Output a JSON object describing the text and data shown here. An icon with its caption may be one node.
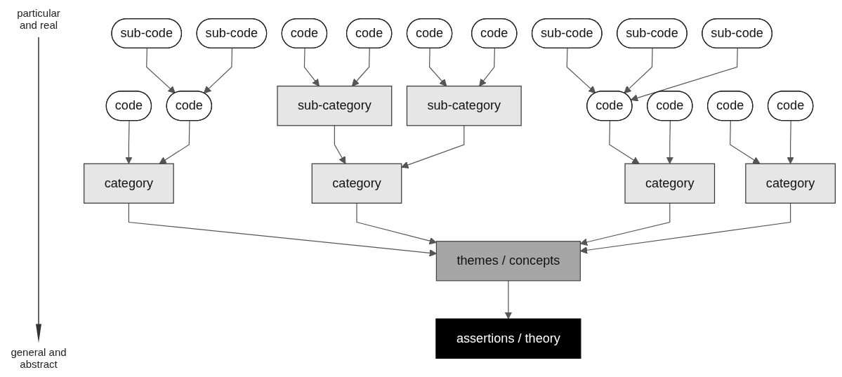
{
  "diagram": {
    "nodes": [
      {
        "text": [
          "sub-code"
        ]
      },
      {
        "text": [
          "sub-code"
        ]
      },
      {
        "text": [
          "sub-code"
        ]
      },
      {
        "text": [
          "sub-code"
        ]
      },
      {
        "text": [
          "sub-code"
        ]
      },
      {
        "text": [
          "code"
        ]
      },
      {
        "text": [
          "code"
        ]
      },
      {
        "text": [
          "code"
        ]
      },
      {
        "text": [
          "code"
        ]
      },
      {
        "text": [
          "code"
        ]
      },
      {
        "text": [
          "code"
        ]
      },
      {
        "text": [
          "code"
        ]
      },
      {
        "text": [
          "code"
        ]
      },
      {
        "text": [
          "code"
        ]
      },
      {
        "text": [
          "code"
        ]
      },
      {
        "text": [
          "sub-category"
        ]
      },
      {
        "text": [
          "sub-category"
        ]
      },
      {
        "text": [
          "category"
        ]
      },
      {
        "text": [
          "category"
        ]
      },
      {
        "text": [
          "category"
        ]
      },
      {
        "text": [
          "category"
        ]
      },
      {
        "text": [
          "themes / concepts"
        ]
      },
      {
        "text": [
          "assertions / theory"
        ]
      }
    ],
    "edges": [
      {
        "from": 0,
        "to": 6,
        "arrow": "to"
      },
      {
        "from": 1,
        "to": 6,
        "arrow": "to"
      },
      {
        "from": 2,
        "to": 11,
        "arrow": "to"
      },
      {
        "from": 3,
        "to": 11,
        "arrow": "to"
      },
      {
        "from": 4,
        "to": 11,
        "arrow": "to"
      },
      {
        "from": 5,
        "to": 17,
        "arrow": "to"
      },
      {
        "from": 6,
        "to": 17,
        "arrow": "to"
      },
      {
        "from": 7,
        "to": 15,
        "arrow": "to"
      },
      {
        "from": 8,
        "to": 15,
        "arrow": "to"
      },
      {
        "from": 9,
        "to": 16,
        "arrow": "to"
      },
      {
        "from": 10,
        "to": 16,
        "arrow": "to"
      },
      {
        "from": 15,
        "to": 18,
        "arrow": "to"
      },
      {
        "from": 16,
        "to": 18,
        "arrow": "to"
      },
      {
        "from": 11,
        "to": 19,
        "arrow": "to"
      },
      {
        "from": 12,
        "to": 19,
        "arrow": "to"
      },
      {
        "from": 13,
        "to": 20,
        "arrow": "to"
      },
      {
        "from": 14,
        "to": 20,
        "arrow": "to"
      },
      {
        "from": 17,
        "to": 21,
        "arrow": "to"
      },
      {
        "from": 18,
        "to": 21,
        "arrow": "to"
      },
      {
        "from": 19,
        "to": 21,
        "arrow": "to"
      },
      {
        "from": 20,
        "to": 21,
        "arrow": "to"
      },
      {
        "from": 21,
        "to": 22,
        "arrow": "to"
      }
    ],
    "labels": [
      "particular and real",
      "general and abstract"
    ]
  }
}
